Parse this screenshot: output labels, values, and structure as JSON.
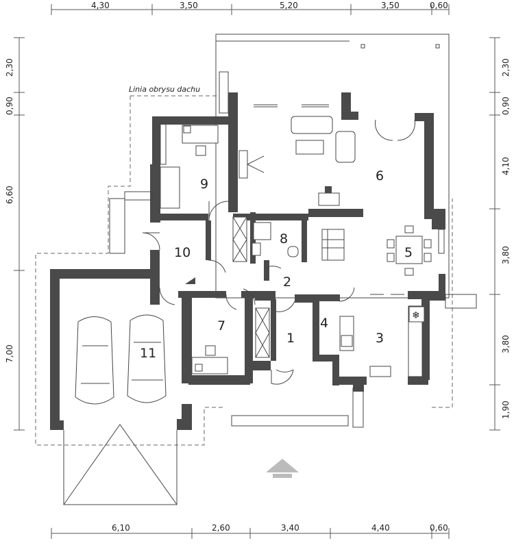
{
  "dimensions": {
    "top": [
      "4,30",
      "3,50",
      "5,20",
      "3,50",
      "0,60"
    ],
    "bottom": [
      "6,10",
      "2,60",
      "3,40",
      "4,40",
      "0,60"
    ],
    "left": [
      "2,30",
      "0,90",
      "6,60",
      "7,00"
    ],
    "right": [
      "2,30",
      "0,90",
      "4,10",
      "3,80",
      "3,80",
      "1,90"
    ]
  },
  "roof_outline_label": "Linia obrysu dachu",
  "rooms": {
    "r1": "1",
    "r2": "2",
    "r3": "3",
    "r4": "4",
    "r5": "5",
    "r6": "6",
    "r7": "7",
    "r8": "8",
    "r9": "9",
    "r10": "10",
    "r11": "11"
  },
  "icons": {
    "entrance_arrow": "entrance-arrow-icon",
    "stove": "snowflake-stove-icon"
  },
  "colors": {
    "wall": "#4a4a4a",
    "line": "#444444",
    "arrow": "#bbbbbb"
  }
}
